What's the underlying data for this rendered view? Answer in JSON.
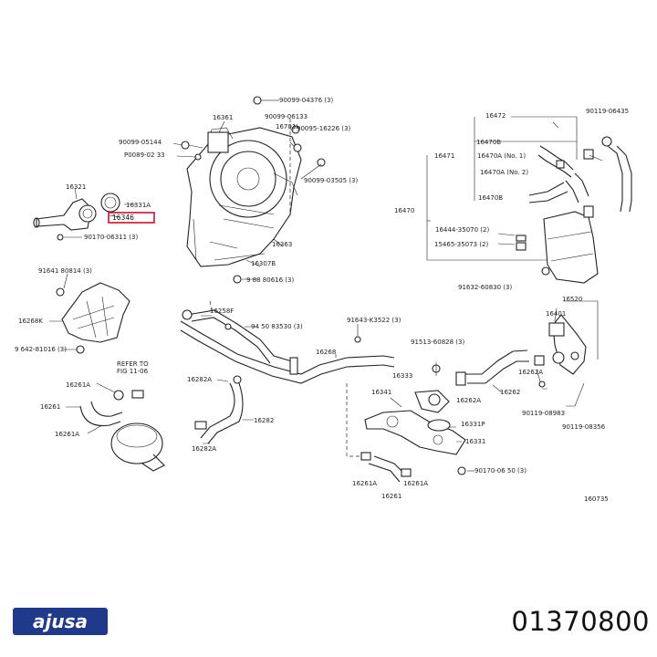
{
  "diagram_id": "160735",
  "highlighted_part": "16346",
  "brand": {
    "logo_text": "ajusa",
    "part_number": "01370800"
  },
  "labels": {
    "l16361": "16361",
    "l90099_04376": "90099-04376 (3)",
    "l90099_05144": "90099-05144",
    "l90099_06133": "90099-06133",
    "l16701": "16701I",
    "l90095_16226": "90095-16226 (3)",
    "l90089_02_33": "P0089-02 33",
    "l90099_03505": "90099-03505 (3)",
    "l16363": "16363",
    "l16307": "16307B",
    "l90_80616": "9 88 80616 (3)",
    "l16321": "16321",
    "l16331a": "16331A",
    "l16346": "16346",
    "l90170": "90170-06311 (3)",
    "l91641": "91641 80814 (3)",
    "l16268k": "16268K",
    "l91642": "9 642-81016 (3)",
    "l16258f": "16258F",
    "l94150": "94 50 83530 (3)",
    "l91643": "91643-K3522 (3)",
    "l16268": "16268",
    "l91513": "91513-60828 (3)",
    "l16333": "16333",
    "l16262a": "16262A",
    "l16262": "16262",
    "l16341": "16341",
    "l16331p": "16331P",
    "l16331": "16331",
    "l90170_b": "90170-06 50 (3)",
    "l16261a_b1": "16261A",
    "l16261a_b2": "16261A",
    "l16261_b": "16261",
    "l16261a": "16261A",
    "l16261": "16261",
    "l16261a2": "16261A",
    "l16282a": "16282A",
    "l16282": "16282",
    "l16282a2": "16282A",
    "refer1": "REFER TO",
    "refer2": "FIG 11-06",
    "l16472": "16472",
    "l16470b": "16470B",
    "l16470a_1": "16470A (No. 1)",
    "l16470a_2": "16470A (No. 2)",
    "l16470b_2": "16470B",
    "l16471": "16471",
    "l16470": "16470",
    "l16444": "16444-35070 (2)",
    "l15465": "15465-35073 (2)",
    "l90119_a": "90119-06435",
    "l91632": "91632-60830 (3)",
    "l16520": "16520",
    "l16401": "16401",
    "l16262a_r": "16262A",
    "l90119_b": "90119-08356",
    "l90119_c": "90119-08983"
  }
}
